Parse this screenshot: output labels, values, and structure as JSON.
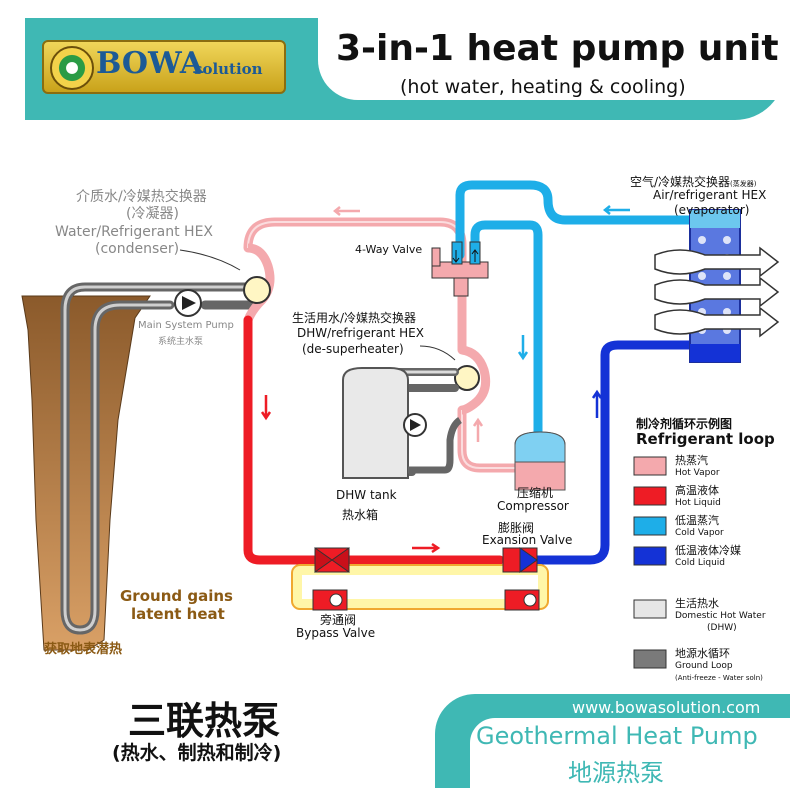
{
  "header": {
    "logo_text": "BOWA",
    "logo_sub": "solution",
    "title": "3-in-1 heat pump unit",
    "subtitle": "(hot water, heating & cooling)"
  },
  "labels": {
    "condenser_cn1": "介质水/冷媒热交换器",
    "condenser_cn2": "(冷凝器)",
    "condenser_en1": "Water/Refrigerant HEX",
    "condenser_en2": "(condenser)",
    "main_pump_en": "Main System Pump",
    "main_pump_cn": "系统主水泵",
    "fourway": "4-Way Valve",
    "dhw_hex_cn": "生活用水/冷媒热交换器",
    "dhw_hex_en": "DHW/refrigerant HEX",
    "dhw_hex_en2": "(de-superheater)",
    "air_hex_cn": "空气/冷媒热交换器",
    "air_hex_cn_small": "(蒸发器)",
    "air_hex_en": "Air/refrigerant HEX",
    "air_hex_en2": "(evaporator)",
    "dhw_tank_en": "DHW tank",
    "dhw_tank_cn": "热水箱",
    "compressor_cn": "压缩机",
    "compressor_en": "Compressor",
    "expansion_cn": "膨胀阀",
    "expansion_en": "Exansion Valve",
    "bypass_cn": "旁通阀",
    "bypass_en": "Bypass Valve",
    "ground_en1": "Ground gains",
    "ground_en2": "latent heat",
    "ground_cn": "获取地表潜热"
  },
  "legend": {
    "title_cn": "制冷剂循环示例图",
    "title_en": "Refrigerant loop",
    "items": [
      {
        "cn": "热蒸汽",
        "en": "Hot Vapor",
        "color": "#f4a9ad"
      },
      {
        "cn": "高温液体",
        "en": "Hot Liquid",
        "color": "#ee1c25"
      },
      {
        "cn": "低温蒸汽",
        "en": "Cold Vapor",
        "color": "#1eaee8"
      },
      {
        "cn": "低温液体冷媒",
        "en": "Cold Liquid",
        "color": "#1432d6"
      },
      {
        "cn": "生活热水",
        "en": "Domestic Hot Water",
        "en2": "(DHW)",
        "color": "#e6e6e6"
      },
      {
        "cn": "地源水循环",
        "en": "Ground Loop",
        "en2": "(Anti-freeze - Water soln)",
        "color": "#7a7a7a"
      }
    ]
  },
  "footer": {
    "cn_title": "三联热泵",
    "cn_sub": "(热水、制热和制冷)",
    "url": "www.bowasolution.com",
    "en_brand": "Geothermal Heat Pump",
    "cn_brand": "地源热泵"
  },
  "colors": {
    "teal": "#3fb8b4",
    "hot_vapor": "#f4a9ad",
    "hot_liquid": "#ee1c25",
    "cold_vapor": "#1eaee8",
    "cold_liquid": "#1432d6",
    "ground": "#7a7a7a",
    "logo_gold": "#d7b429"
  }
}
